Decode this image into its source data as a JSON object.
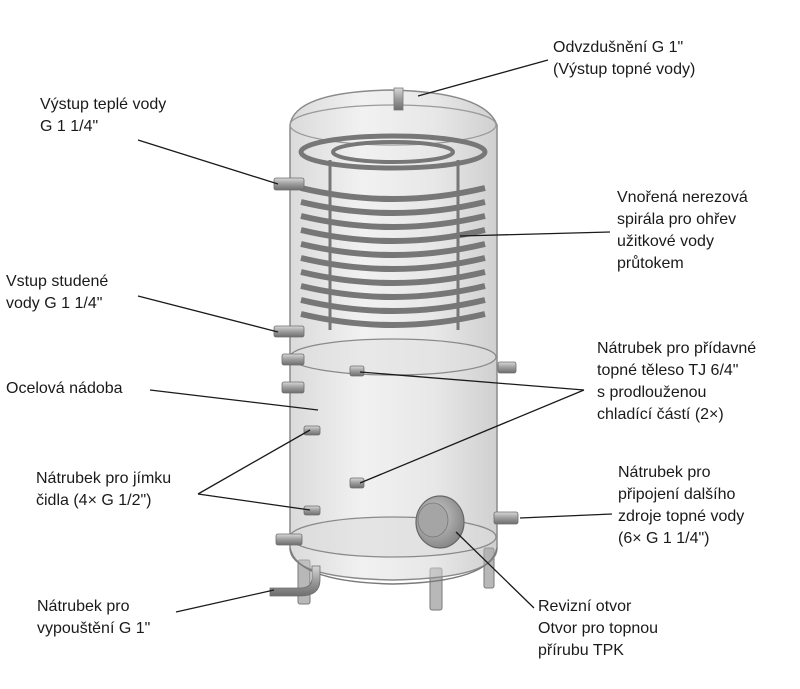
{
  "labels": {
    "air_vent": [
      "Odvzdušnění G 1\"",
      "(Výstup topné vody)"
    ],
    "hot_water_outlet": [
      "Výstup teplé vody",
      "G 1 1/4\""
    ],
    "stainless_coil": [
      "Vnořená nerezová",
      "spirála pro ohřev",
      "užitkové vody",
      "průtokem"
    ],
    "cold_water_inlet": [
      "Vstup studené",
      "vody G 1 1/4\""
    ],
    "heater_socket": [
      "Nátrubek pro přídavné",
      "topné těleso TJ 6/4\"",
      "s prodlouženou",
      "chladící částí (2×)"
    ],
    "steel_vessel": [
      "Ocelová nádoba"
    ],
    "sensor_socket": [
      "Nátrubek pro jímku",
      "čidla (4× G 1/2\")"
    ],
    "heat_source_socket": [
      "Nátrubek pro",
      "připojení dalšího",
      "zdroje topné vody",
      "(6× G 1 1/4\")"
    ],
    "drain_socket": [
      "Nátrubek pro",
      "vypouštění G 1\""
    ],
    "inspection_opening": [
      "Revizní otvor",
      "Otvor pro topnou",
      "přírubu TPK"
    ]
  },
  "colors": {
    "tank_fill": "#d9d9d9",
    "tank_edge": "#8a8a8a",
    "coil": "#7a7a7a",
    "pipe": "#9a9a9a",
    "leader": "#1a1a1a"
  }
}
